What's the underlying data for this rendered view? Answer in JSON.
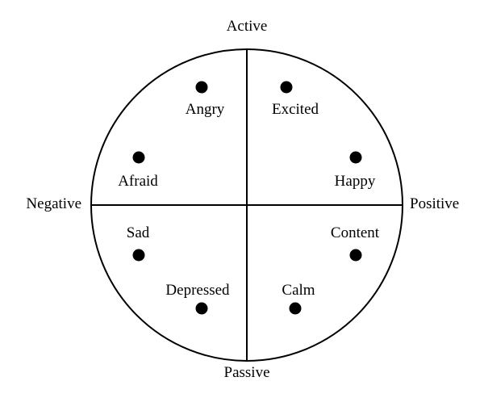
{
  "colors": {
    "ink": "#000000",
    "background": "#ffffff"
  },
  "axes": {
    "top": "Active",
    "bottom": "Passive",
    "left": "Negative",
    "right": "Positive"
  },
  "emotions": [
    {
      "key": "angry",
      "label": "Angry"
    },
    {
      "key": "excited",
      "label": "Excited"
    },
    {
      "key": "afraid",
      "label": "Afraid"
    },
    {
      "key": "happy",
      "label": "Happy"
    },
    {
      "key": "sad",
      "label": "Sad"
    },
    {
      "key": "content",
      "label": "Content"
    },
    {
      "key": "depressed",
      "label": "Depressed"
    },
    {
      "key": "calm",
      "label": "Calm"
    }
  ]
}
